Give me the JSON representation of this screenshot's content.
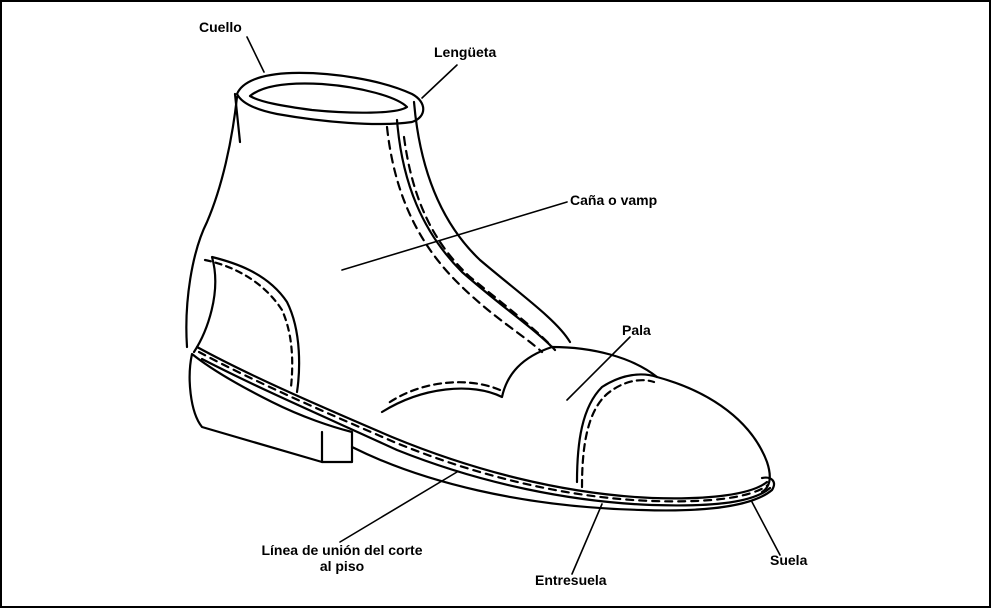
{
  "diagram": {
    "labels": {
      "collar": "Cuello",
      "tongue": "Lengüeta",
      "quarter": "Caña o vamp",
      "vamp": "Pala",
      "welt_line": "Línea de unión del corte al piso",
      "midsole": "Entresuela",
      "outsole": "Suela"
    },
    "colors": {
      "ink": "#000000",
      "paper": "#ffffff"
    }
  }
}
